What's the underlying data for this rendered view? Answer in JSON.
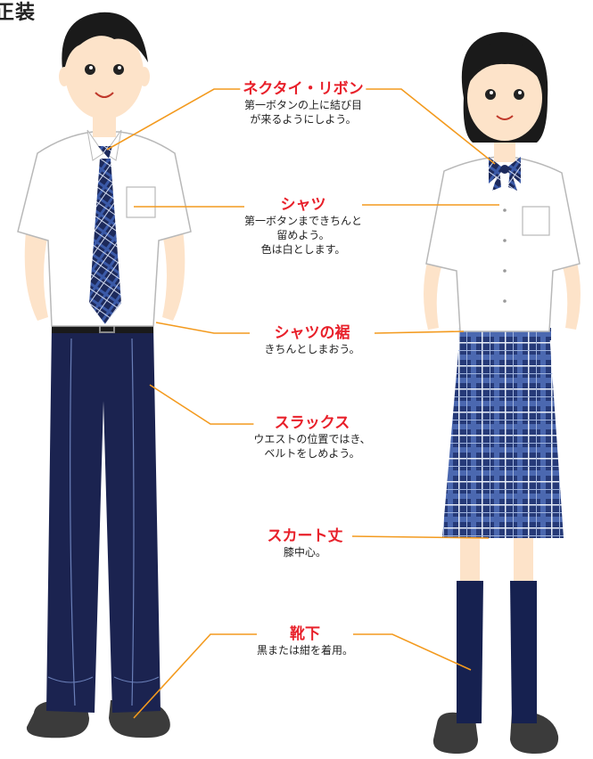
{
  "heading": "正装",
  "colors": {
    "leader_line": "#f39a1e",
    "title_red": "#e8202a",
    "navy": "#1d2a5c",
    "plaid_blue": "#3b5aa8",
    "skin": "#fde3c9",
    "hair": "#1a1a1a"
  },
  "annotations": [
    {
      "title": "ネクタイ・リボン",
      "lines": [
        "第一ボタンの上に結び目",
        "が来るようにしよう。"
      ]
    },
    {
      "title": "シャツ",
      "lines": [
        "第一ボタンまできちんと",
        "留めよう。",
        "色は白とします。"
      ]
    },
    {
      "title": "シャツの裾",
      "lines": [
        "きちんとしまおう。"
      ]
    },
    {
      "title": "スラックス",
      "lines": [
        "ウエストの位置ではき、",
        "ベルトをしめよう。"
      ]
    },
    {
      "title": "スカート丈",
      "lines": [
        "膝中心。"
      ]
    },
    {
      "title": "靴下",
      "lines": [
        "黒または紺を着用。"
      ]
    }
  ]
}
